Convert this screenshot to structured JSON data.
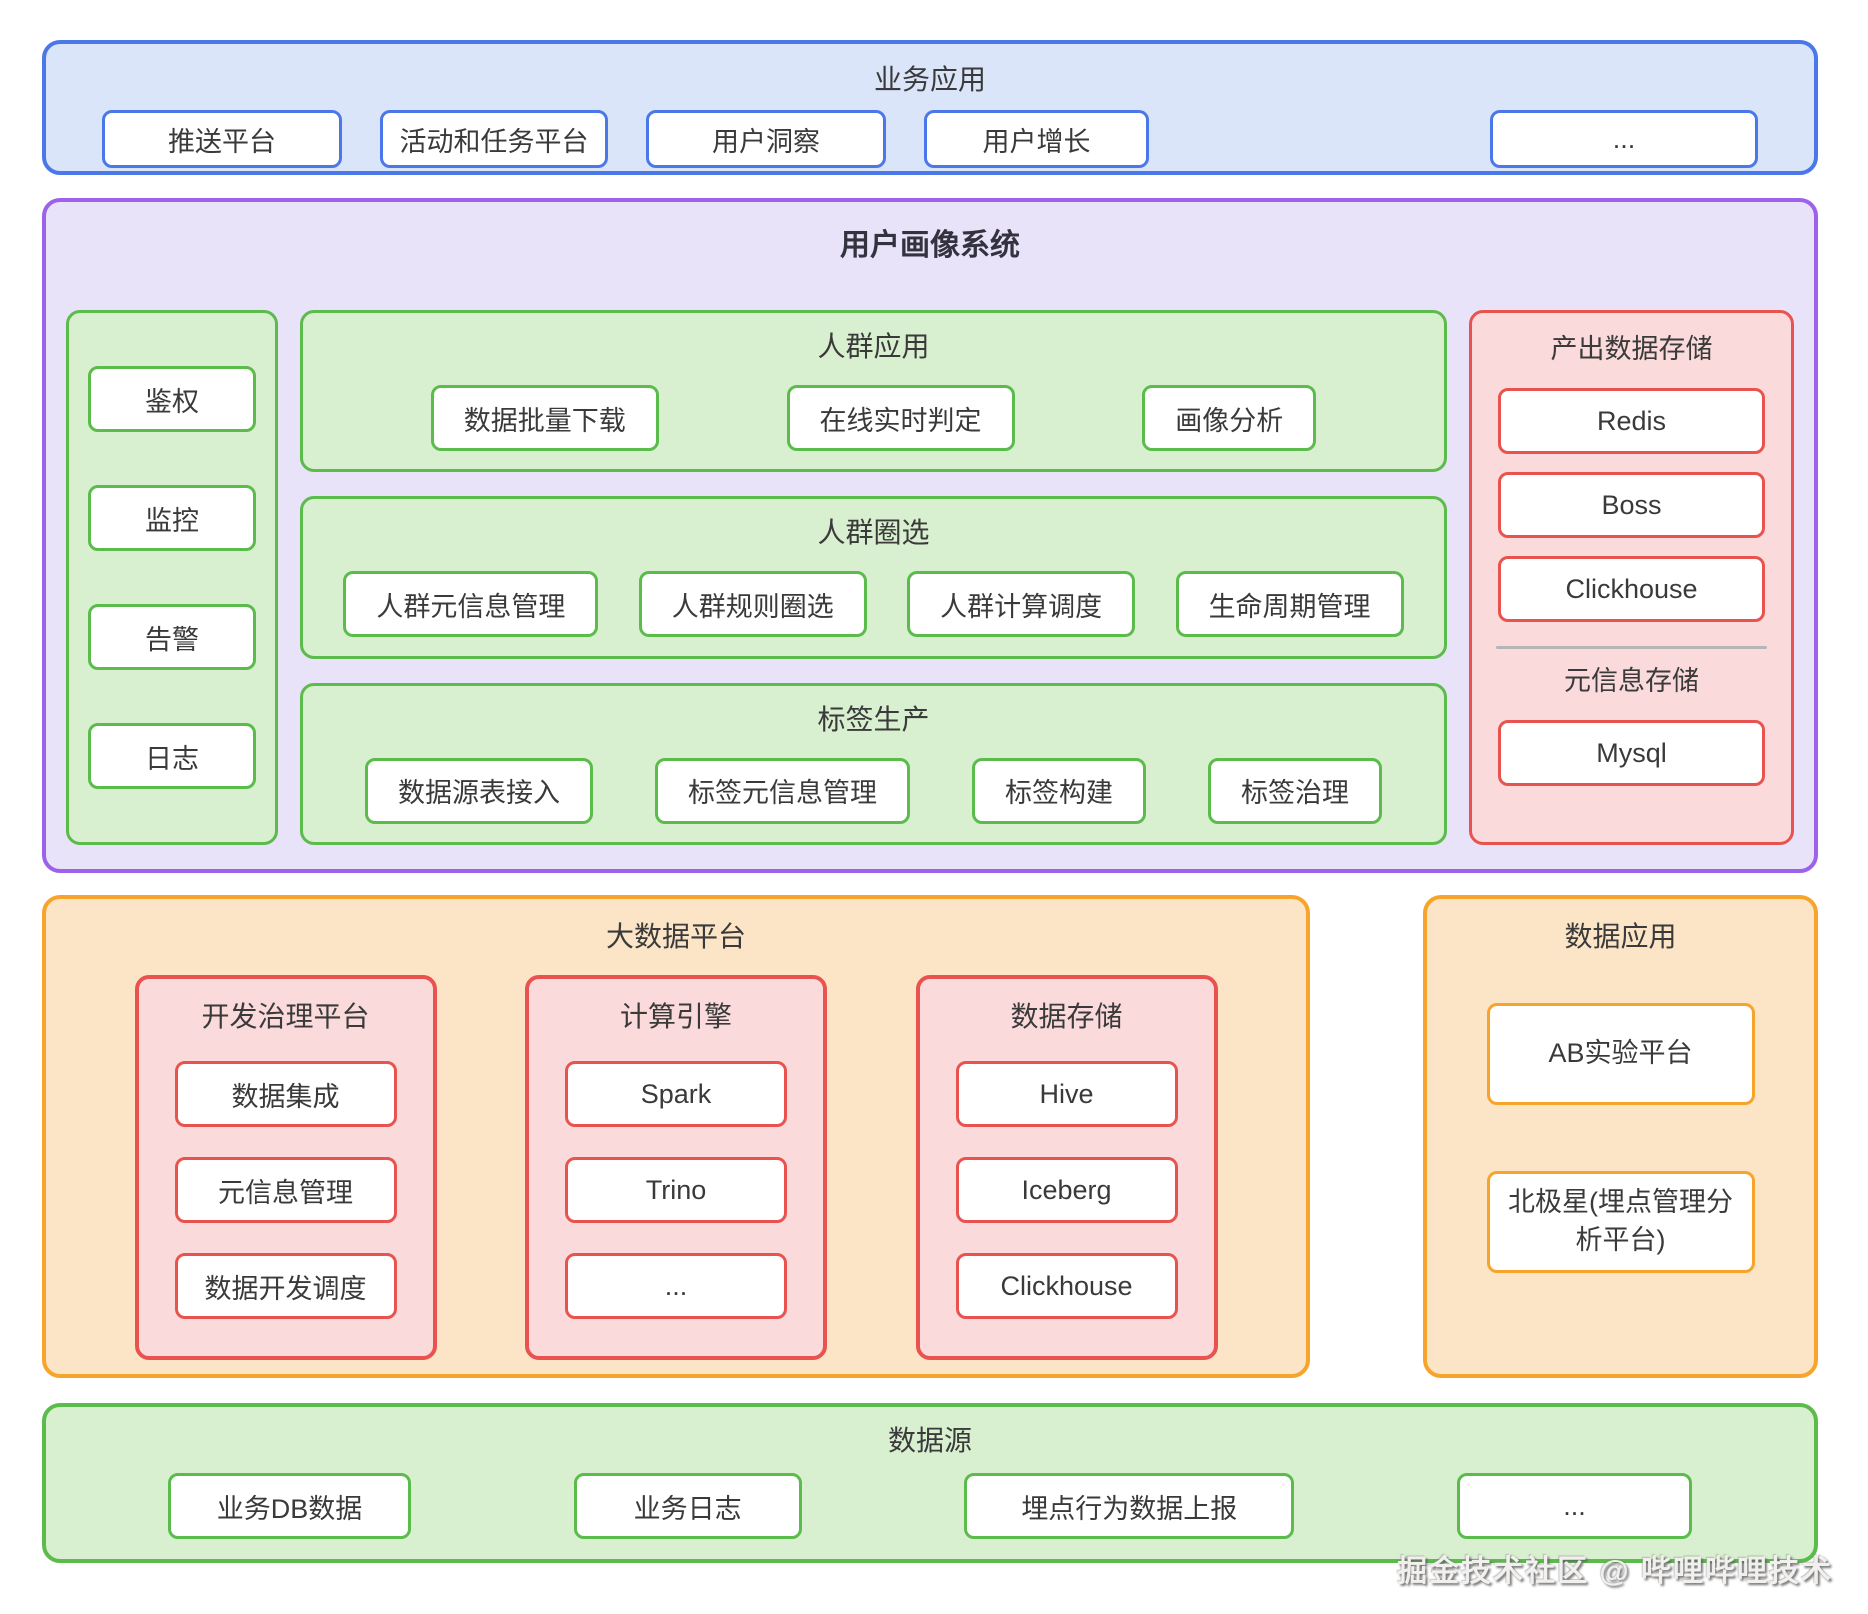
{
  "colors": {
    "blue_border": "#4a78e8",
    "blue_fill": "#dbe5fa",
    "purple_border": "#9c62ea",
    "purple_fill": "#e9e3f9",
    "green_border": "#5bbb4b",
    "green_fill": "#d8efd0",
    "red_border": "#e9534f",
    "red_fill": "#fadada",
    "orange_border": "#f7a42d",
    "orange_fill": "#fce4c6",
    "divider_gray": "#b5b5b5"
  },
  "business_apps": {
    "title": "业务应用",
    "items": [
      "推送平台",
      "活动和任务平台",
      "用户洞察",
      "用户增长",
      "..."
    ]
  },
  "profile_system": {
    "title": "用户画像系统",
    "platform_services": [
      "鉴权",
      "监控",
      "告警",
      "日志"
    ],
    "panels": [
      {
        "title": "人群应用",
        "items": [
          "数据批量下载",
          "在线实时判定",
          "画像分析"
        ]
      },
      {
        "title": "人群圈选",
        "items": [
          "人群元信息管理",
          "人群规则圈选",
          "人群计算调度",
          "生命周期管理"
        ]
      },
      {
        "title": "标签生产",
        "items": [
          "数据源表接入",
          "标签元信息管理",
          "标签构建",
          "标签治理"
        ]
      }
    ],
    "storage_groups": [
      {
        "title": "产出数据存储",
        "items": [
          "Redis",
          "Boss",
          "Clickhouse"
        ]
      },
      {
        "title": "元信息存储",
        "items": [
          "Mysql"
        ]
      }
    ]
  },
  "bigdata_platform": {
    "title": "大数据平台",
    "panels": [
      {
        "title": "开发治理平台",
        "items": [
          "数据集成",
          "元信息管理",
          "数据开发调度"
        ]
      },
      {
        "title": "计算引擎",
        "items": [
          "Spark",
          "Trino",
          "..."
        ]
      },
      {
        "title": "数据存储",
        "items": [
          "Hive",
          "Iceberg",
          "Clickhouse"
        ]
      }
    ]
  },
  "data_apps": {
    "title": "数据应用",
    "items": [
      "AB实验平台",
      "北极星(埋点管理分析平台)"
    ]
  },
  "data_sources": {
    "title": "数据源",
    "items": [
      "业务DB数据",
      "业务日志",
      "埋点行为数据上报",
      "..."
    ]
  },
  "watermark": "掘金技术社区 @ 哔哩哔哩技术"
}
